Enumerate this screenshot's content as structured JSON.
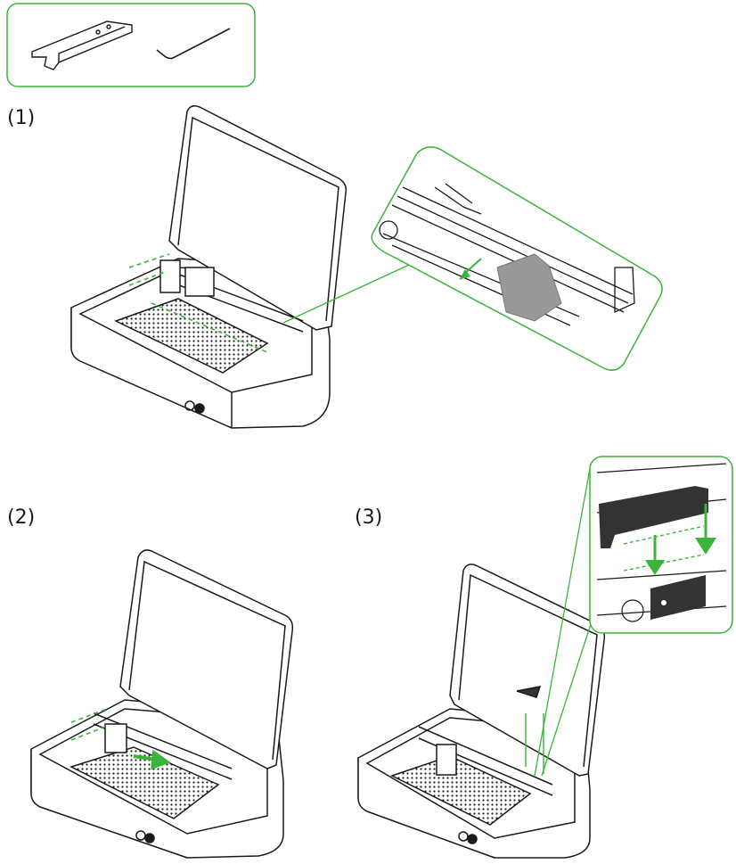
{
  "steps": {
    "step1": "(1)",
    "step2": "(2)",
    "step3": "(3)"
  },
  "colors": {
    "accent_green": "#3cb43c",
    "line": "#1a1a1a",
    "dark_part": "#333333",
    "hand": "#999999"
  },
  "icons": {
    "parts_box": "bracket-and-hex-key",
    "arrow": "green-arrow"
  }
}
